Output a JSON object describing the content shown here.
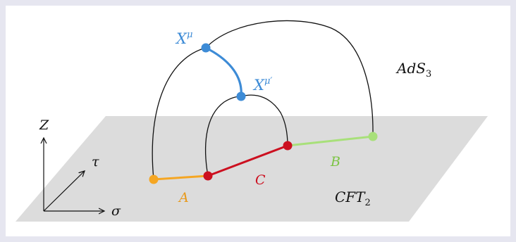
{
  "labels": {
    "ads": "AdS",
    "ads_sub": "3",
    "cft": "CFT",
    "cft_sub": "2",
    "x_mu": "X",
    "x_mu_sup": "μ",
    "x_mu_prime": "X",
    "x_mu_prime_sup": "μ′",
    "a": "A",
    "b": "B",
    "c": "C",
    "z_axis": "Z",
    "tau_axis": "τ",
    "sigma_axis": "σ"
  },
  "colors": {
    "plane": "#dcdcdc",
    "interval_a": "#f5a623",
    "interval_b": "#a8e07a",
    "interval_c": "#cc1020",
    "geodesic_blue": "#3d8bd6",
    "arc": "#111111",
    "label_a": "#e89a1c",
    "label_b": "#7cc444",
    "label_c": "#cc1020",
    "label_x": "#3d8bd6"
  }
}
